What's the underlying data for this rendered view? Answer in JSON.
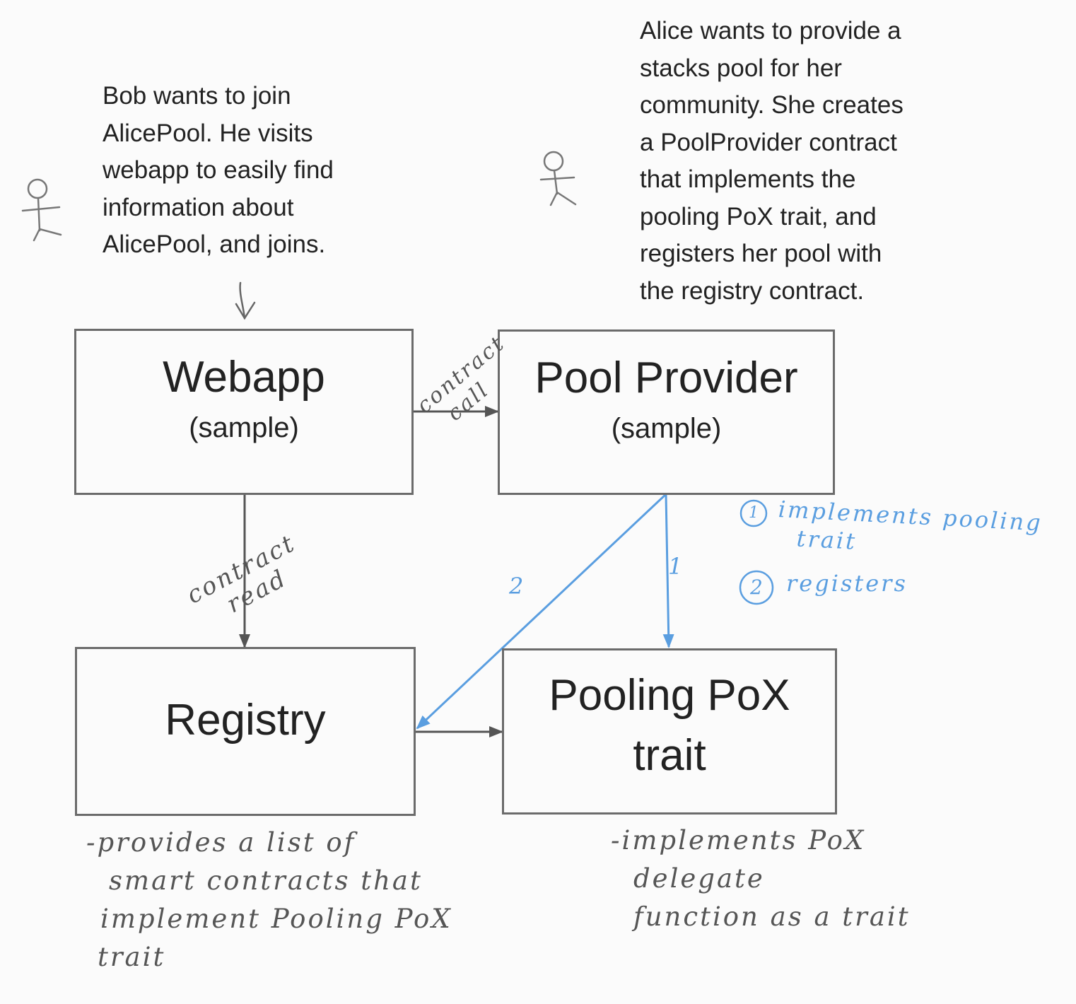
{
  "captions": {
    "bob": [
      "Bob wants to join",
      "AlicePool. He visits",
      "webapp to easily find",
      "information about",
      "AlicePool, and joins."
    ],
    "alice": [
      "Alice wants to provide a",
      "stacks pool for her",
      "community. She creates",
      "a PoolProvider contract",
      "that implements the",
      "pooling PoX trait, and",
      "registers her pool with",
      "the registry contract."
    ]
  },
  "boxes": {
    "webapp": {
      "title": "Webapp",
      "subtitle": "(sample)"
    },
    "pool_provider": {
      "title": "Pool Provider",
      "subtitle": "(sample)"
    },
    "registry": {
      "title": "Registry"
    },
    "pooling_trait": {
      "title_line1": "Pooling PoX",
      "title_line2": "trait"
    }
  },
  "arrow_labels": {
    "webapp_to_provider": [
      "contract",
      "call"
    ],
    "webapp_to_registry": [
      "contract",
      "read"
    ],
    "provider_to_trait": "1",
    "provider_to_registry": "2"
  },
  "legend": {
    "item1": {
      "number": "1",
      "line1": "implements pooling",
      "line2": "trait"
    },
    "item2": {
      "number": "2",
      "text": "registers"
    }
  },
  "notes": {
    "registry": [
      "-provides a list of",
      "smart contracts that",
      "implement Pooling PoX",
      "trait"
    ],
    "trait": [
      "-implements PoX",
      "delegate",
      "function as a trait"
    ]
  },
  "colors": {
    "box_border": "#6b6b6b",
    "arrow_gray": "#555555",
    "arrow_blue": "#5a9ee0",
    "text": "#222222",
    "background": "#fbfbfb"
  }
}
